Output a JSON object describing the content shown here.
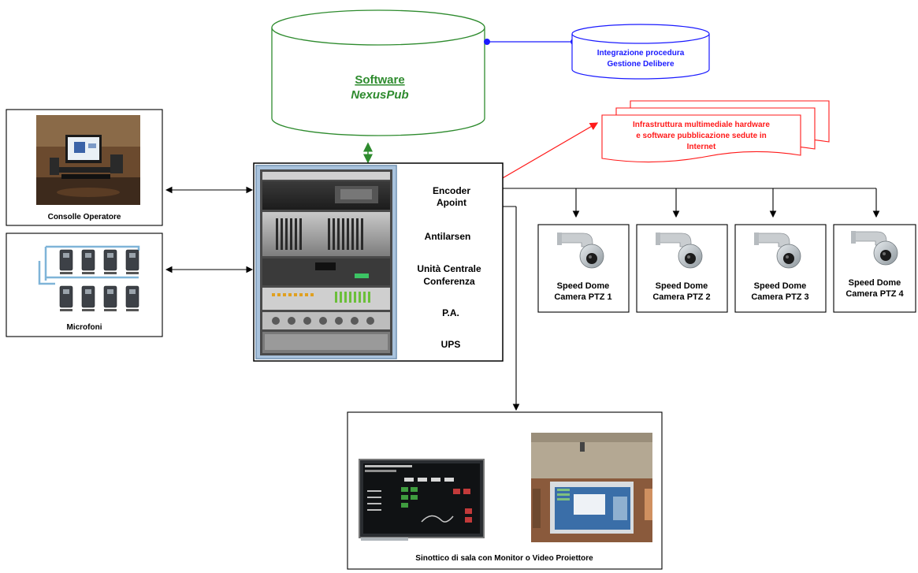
{
  "software_db": {
    "line1": "Software",
    "line2": "NexusPub"
  },
  "integration_db": {
    "line1": "Integrazione procedura",
    "line2": "Gestione Delibere"
  },
  "internet_doc": {
    "line1": "Infrastruttura  multimediale hardware",
    "line2": "e software pubblicazione sedute in",
    "line3": "Internet"
  },
  "console_box": {
    "label": "Consolle Operatore"
  },
  "mic_box": {
    "label": "Microfoni"
  },
  "rack": {
    "items": [
      "Encoder",
      "Apoint",
      "Antilarsen",
      "Unità Centrale",
      "Conferenza",
      "P.A.",
      "UPS"
    ]
  },
  "cameras": [
    {
      "line1": "Speed Dome",
      "line2": "Camera PTZ 1"
    },
    {
      "line1": "Speed Dome",
      "line2": "Camera PTZ 2"
    },
    {
      "line1": "Speed Dome",
      "line2": "Camera PTZ 3"
    },
    {
      "line1": "Speed Dome",
      "line2": "Camera PTZ 4"
    }
  ],
  "synoptic_box": {
    "label": "Sinottico di sala con Monitor o Video Proiettore"
  },
  "colors": {
    "software": "#2e8b2e",
    "integration": "#1a1aff",
    "internet": "#ff1a1a",
    "frame": "#000000",
    "rack_panel": "#a9c3dd"
  }
}
